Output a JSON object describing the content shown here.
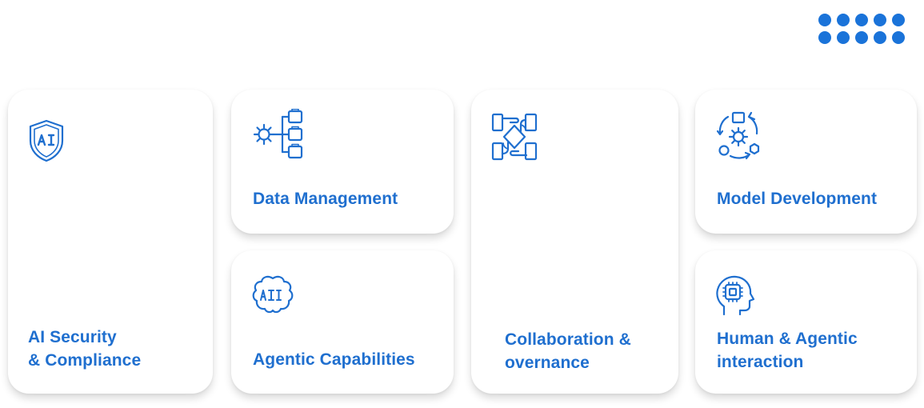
{
  "brand": {
    "accent_color": "#1f6fcf",
    "dots_icon": "grid-dots-icon"
  },
  "cards": {
    "ai_security": {
      "label": "AI Security\n& Compliance",
      "icon": "shield-ai-icon"
    },
    "data_management": {
      "label": "Data Management",
      "icon": "gear-hierarchy-icon"
    },
    "agentic_capabilities": {
      "label": "Agentic Capabilities",
      "icon": "brain-ai-icon"
    },
    "collaboration": {
      "label": "Collaboration &\novernance",
      "icon": "joined-hands-icon"
    },
    "model_development": {
      "label": "Model Development",
      "icon": "gear-cycle-icon"
    },
    "human_agentic": {
      "label": "Human & Agentic\ninteraction",
      "icon": "head-chip-icon"
    }
  }
}
